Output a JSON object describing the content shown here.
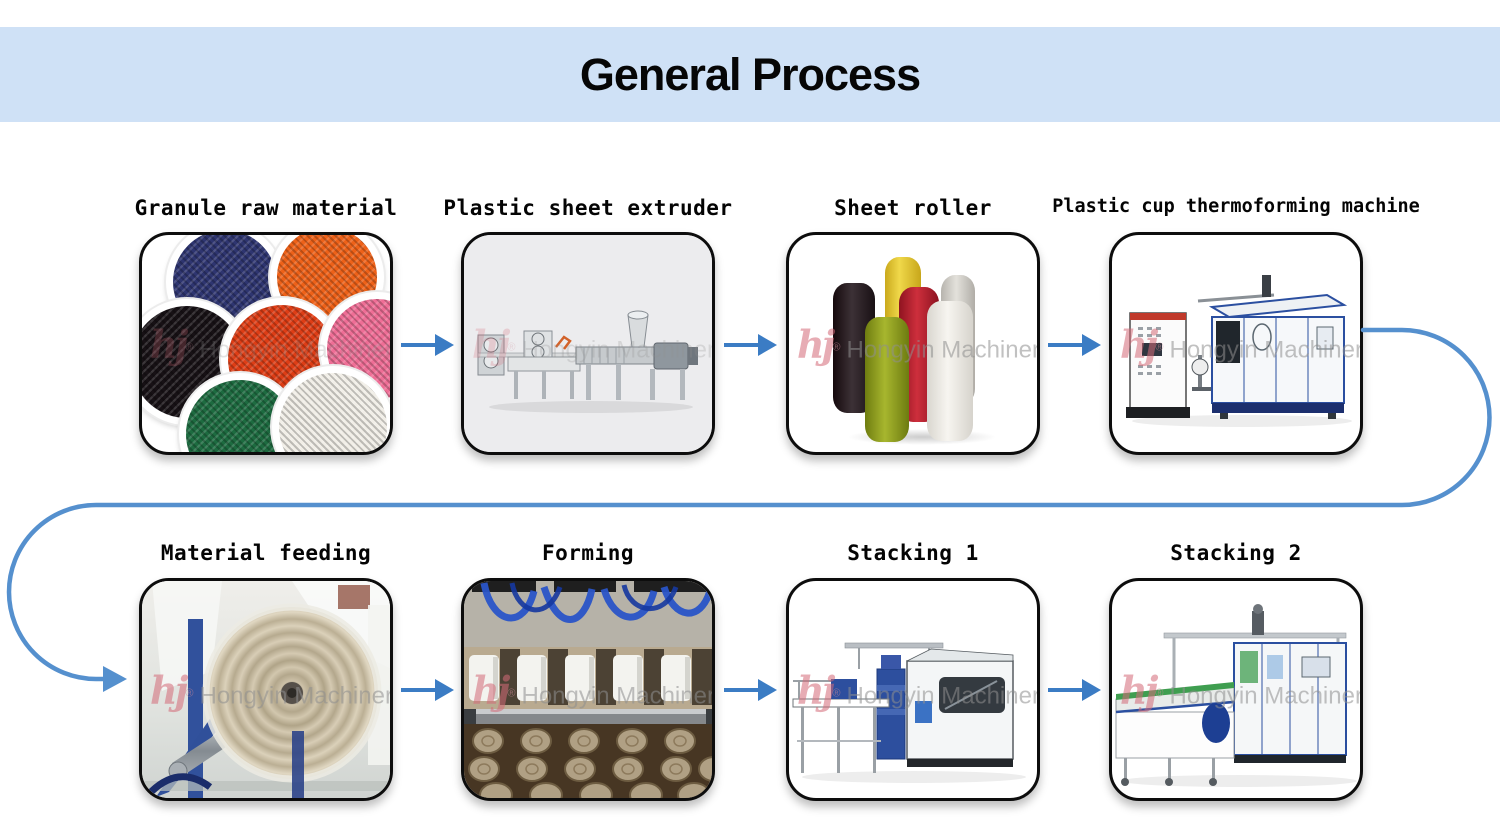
{
  "header": {
    "title": "General Process"
  },
  "watermark": {
    "logo": "hj",
    "reg": "®",
    "text": "Hongyin Machinery"
  },
  "steps": [
    {
      "label": "Granule raw material"
    },
    {
      "label": "Plastic sheet extruder"
    },
    {
      "label": "Sheet roller"
    },
    {
      "label": "Plastic cup thermoforming machine"
    },
    {
      "label": "Material feeding"
    },
    {
      "label": "Forming"
    },
    {
      "label": "Stacking 1"
    },
    {
      "label": "Stacking 2"
    }
  ],
  "colors": {
    "header_band": "#cfe1f6",
    "arrow": "#3b7cc4",
    "connector": "#5590ce",
    "card_border": "#0d0d0d"
  }
}
